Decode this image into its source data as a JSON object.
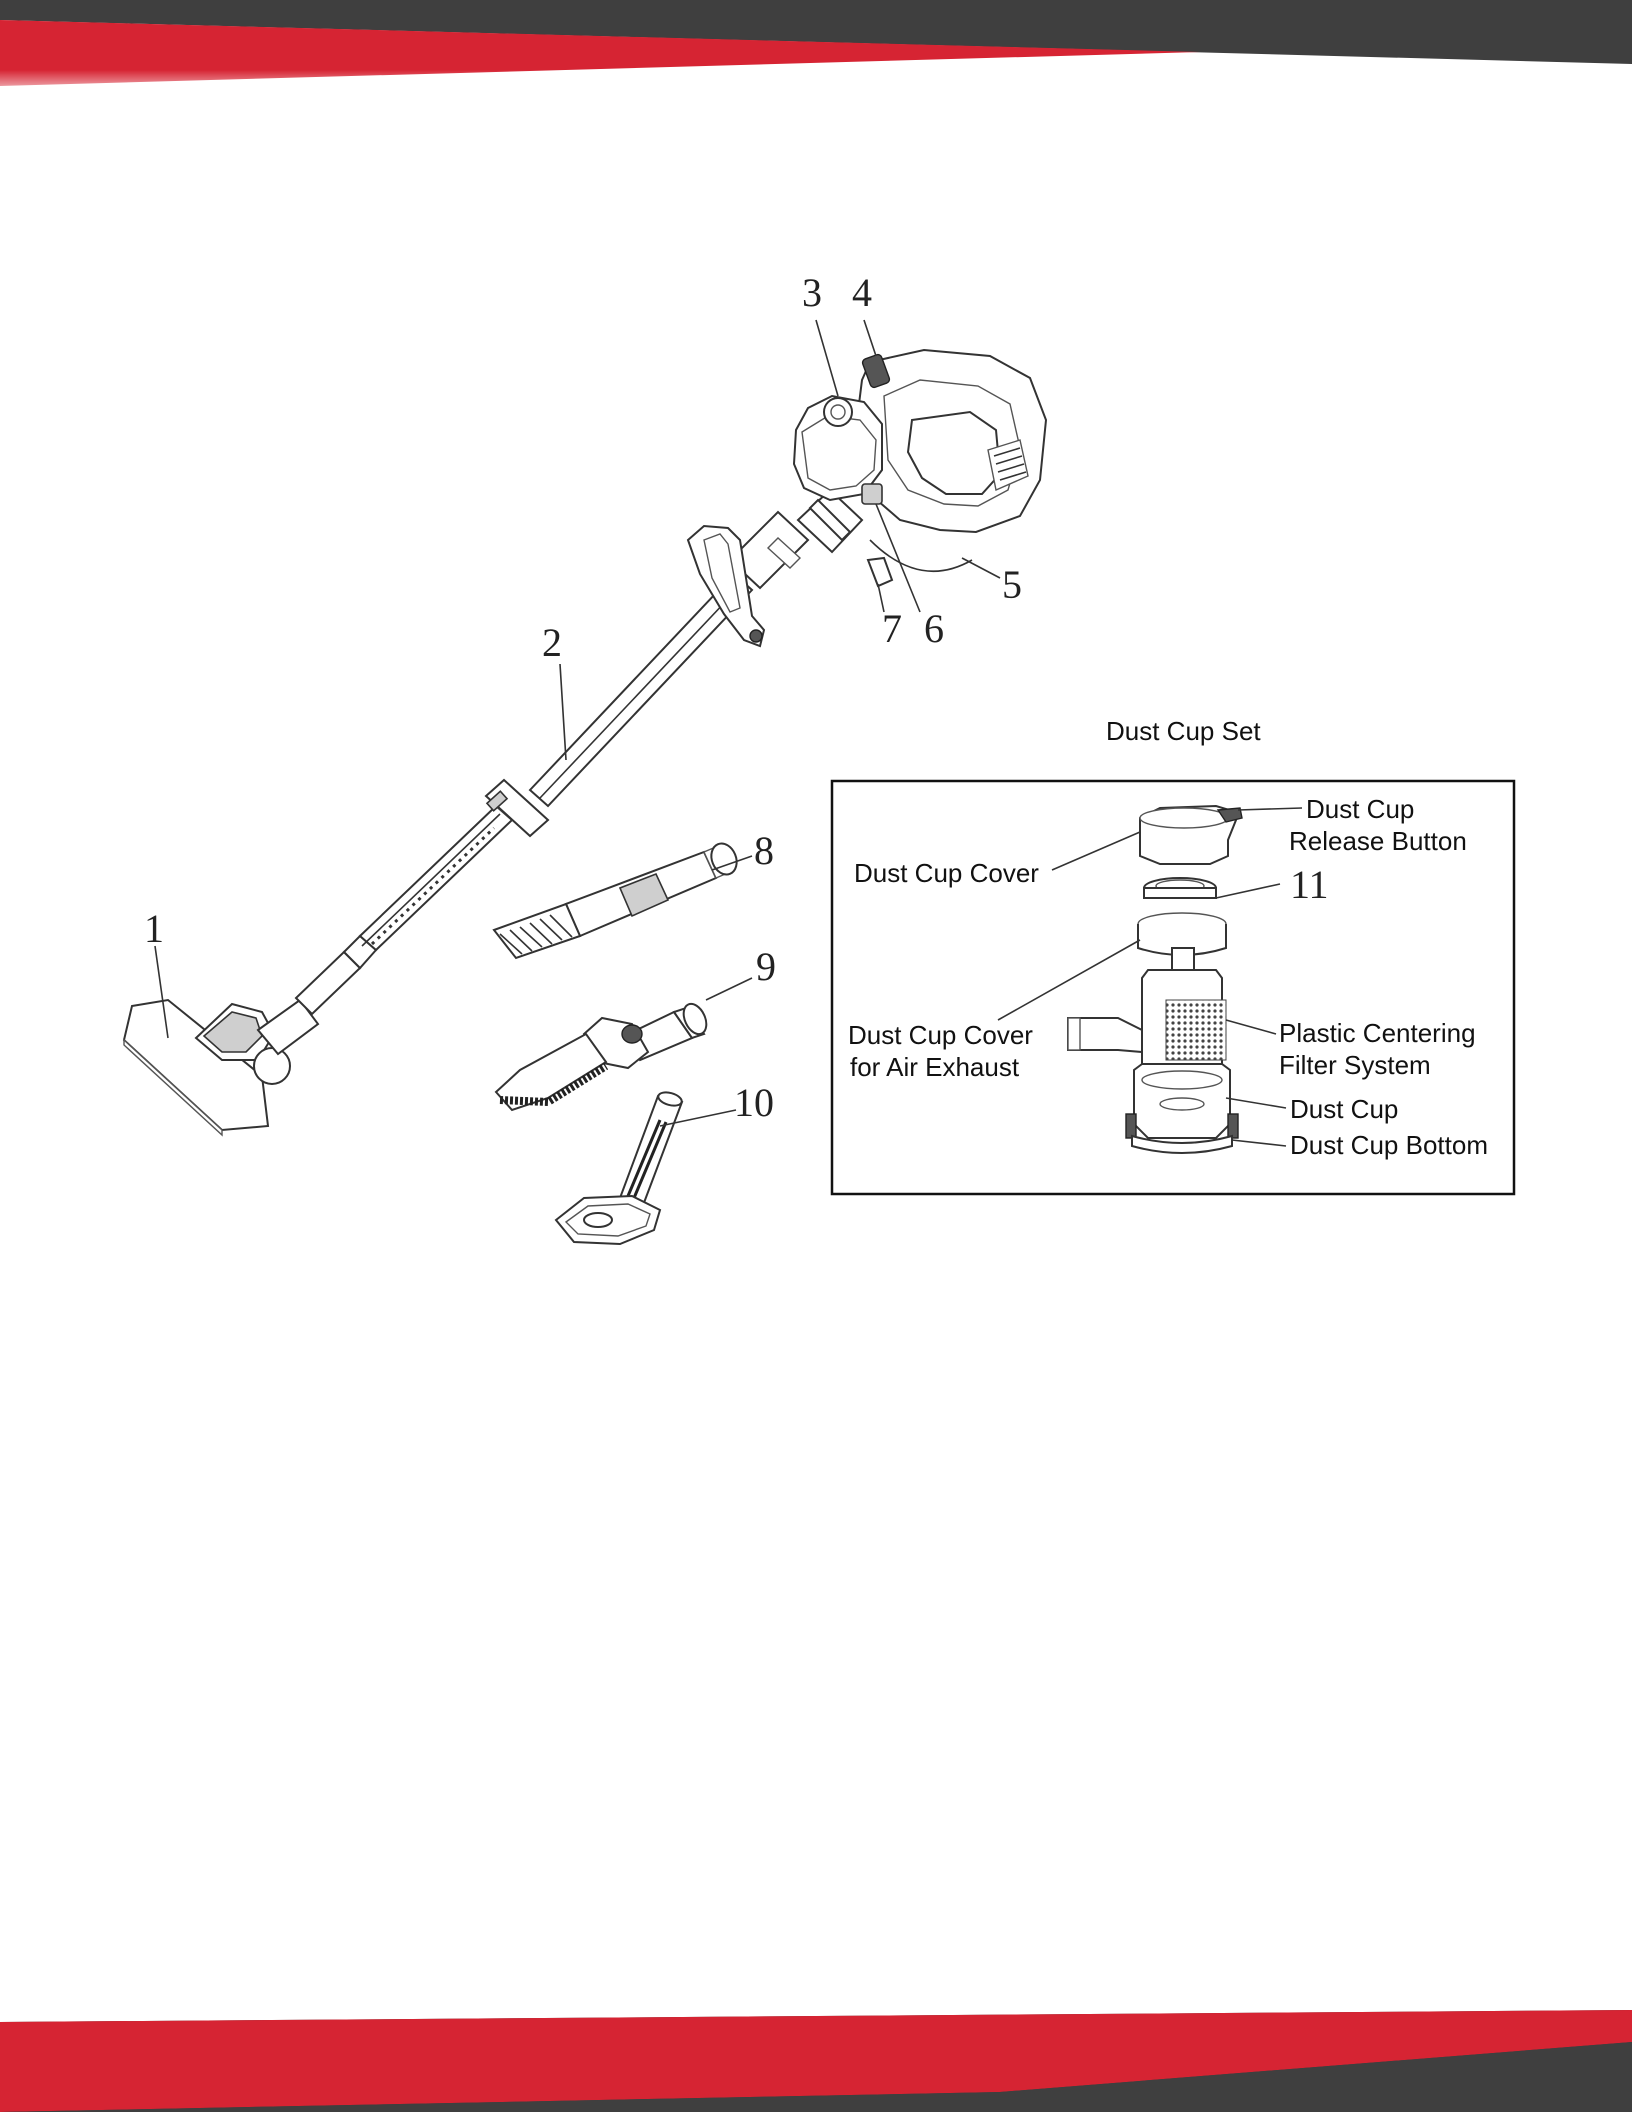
{
  "brand_colors": {
    "red": "#d62433",
    "dark_gray": "#3f3f3f"
  },
  "callouts": [
    "1",
    "2",
    "3",
    "4",
    "5",
    "6",
    "7",
    "8",
    "9",
    "10",
    "11"
  ],
  "inset": {
    "title": "Dust  Cup Set",
    "labels": {
      "release_button_1": "Dust  Cup",
      "release_button_2": "Release Button",
      "cover": "Dust Cup Cover",
      "cover_exhaust_1": "Dust Cup Cover",
      "cover_exhaust_2": "for Air Exhaust",
      "filter_1": "Plastic Centering",
      "filter_2": "Filter System",
      "cup": "Dust Cup",
      "bottom": "Dust Cup Bottom"
    }
  }
}
